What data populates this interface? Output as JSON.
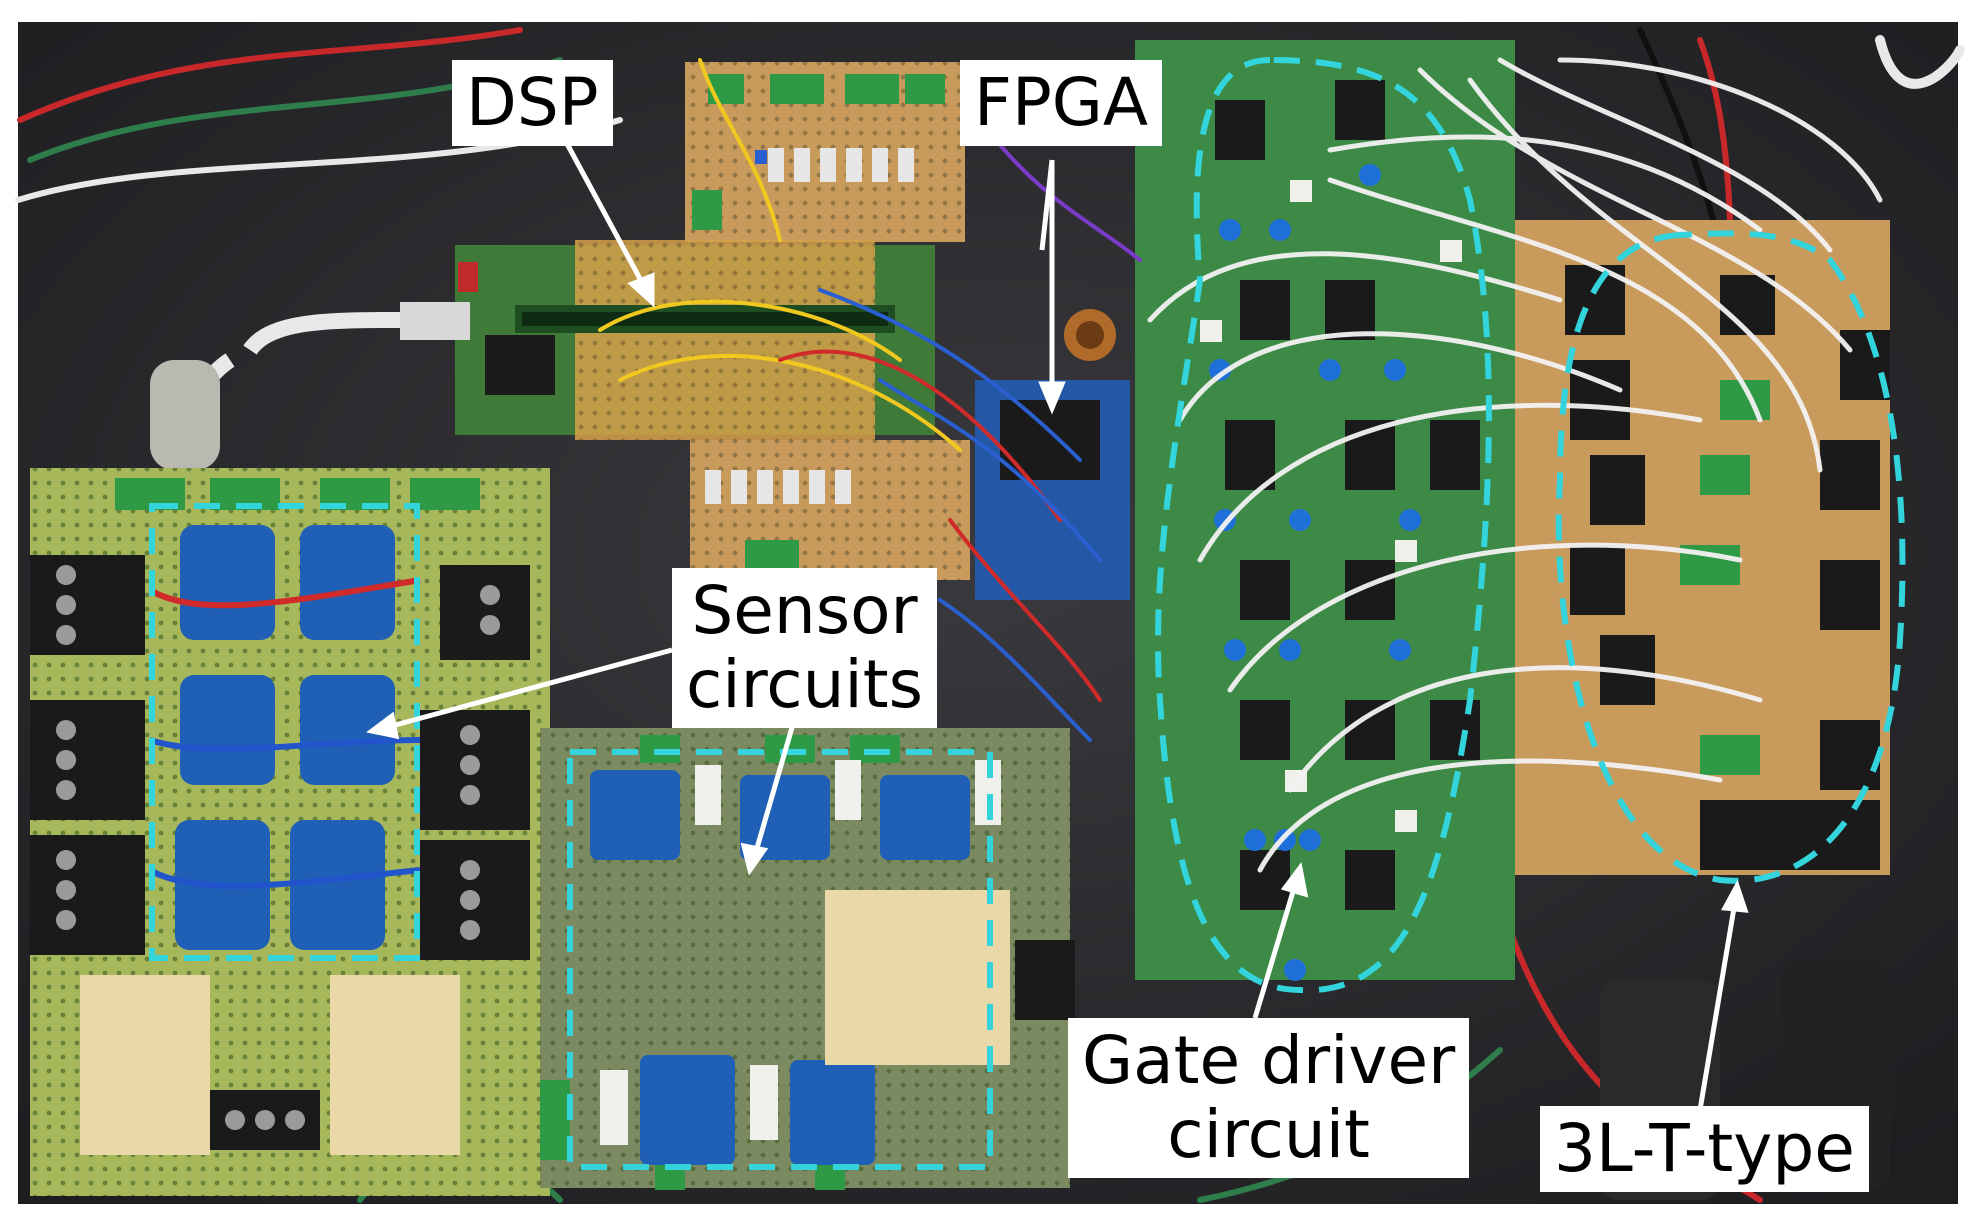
{
  "labels": {
    "dsp": "DSP",
    "fpga": "FPGA",
    "sensor_line1": "Sensor",
    "sensor_line2": "circuits",
    "gate_line1": "Gate driver",
    "gate_line2": "circuit",
    "tl": "3L-T-type"
  },
  "colors": {
    "background": "#2b2b2e",
    "label_bg": "#ffffff",
    "annotation_arrow": "#ffffff",
    "dashed_box": "#34d4dc",
    "pcb_green": "#4f8a3c",
    "perfboard_tan": "#c89a5c",
    "sensor_blue": "#1f5fb5",
    "terminal_black": "#1a1a1a"
  },
  "dashed_regions": [
    "sensor-board-1",
    "sensor-board-2",
    "gate-driver",
    "3l-t-type"
  ]
}
